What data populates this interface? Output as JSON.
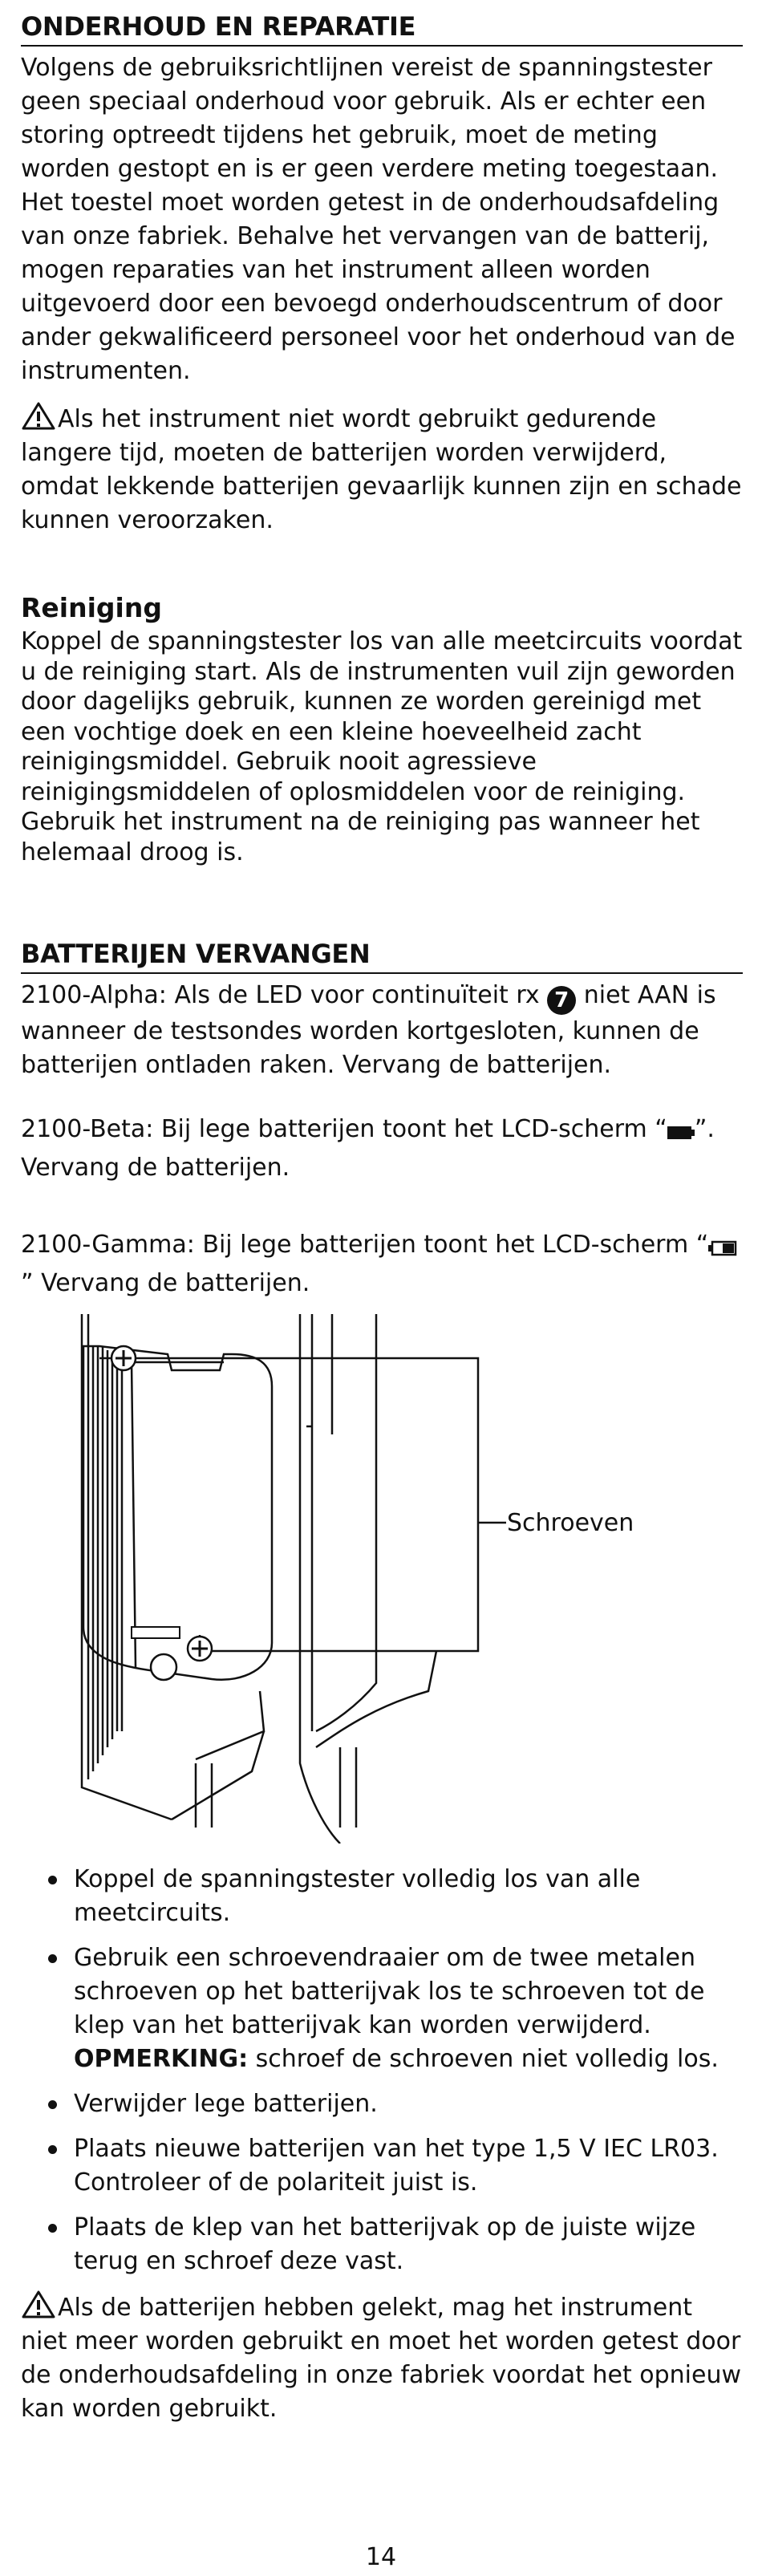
{
  "section1": {
    "title": "ONDERHOUD EN REPARATIE",
    "body": "Volgens de gebruiksrichtlijnen vereist de spanningstester geen speciaal onderhoud voor gebruik. Als er echter een storing optreedt tijdens het gebruik, moet de meting worden gestopt en is er geen verdere meting toegestaan. Het toestel moet worden getest in de onderhoudsafdeling van onze fabriek. Behalve het vervangen van de batterij, mogen reparaties van het instrument alleen worden uitgevoerd door een bevoegd onderhoudscentrum of door ander gekwalificeerd personeel voor het onderhoud van de instrumenten.",
    "warning": "Als het instrument niet wordt gebruikt gedurende langere tijd, moeten de batterijen worden verwijderd, omdat lekkende batterijen gevaarlijk kunnen zijn en schade kunnen veroorzaken."
  },
  "cleaning": {
    "title": "Reiniging",
    "body": "Koppel de spanningstester los van alle meetcircuits voordat u de reiniging start. Als de instrumenten vuil zijn geworden door dagelijks gebruik, kunnen ze worden gereinigd met een vochtige doek en een kleine hoeveelheid zacht reinigingsmiddel. Gebruik nooit agressieve reinigingsmiddelen of oplosmiddelen voor de reiniging. Gebruik het instrument na de reiniging pas wanneer het helemaal droog is."
  },
  "section2": {
    "title": "BATTERIJEN VERVANGEN",
    "alpha_pre": "2100-Alpha: Als de LED voor continuïteit rx",
    "alpha_badge": "7",
    "alpha_post": "niet AAN is wanneer de testsondes worden kortgesloten, kunnen de batterijen ontladen raken. Vervang de batterijen.",
    "beta_pre": "2100-Beta: Bij lege batterijen toont het LCD-scherm “",
    "beta_post": "”. Vervang de batterijen.",
    "gamma_pre": "2100-Gamma: Bij lege batterijen toont het LCD-scherm “",
    "gamma_post": "” Vervang de batterijen."
  },
  "figure": {
    "callout_label": "Schroeven"
  },
  "steps": [
    {
      "text": "Koppel de spanningstester volledig los van alle meetcircuits."
    },
    {
      "text": "Gebruik een schroevendraaier om de twee metalen schroeven op het batterijvak los te schroeven tot de klep van het batterijvak kan worden verwijderd.",
      "note_label": "OPMERKING:",
      "note_text": " schroef de schroeven niet volledig los."
    },
    {
      "text": "Verwijder lege batterijen."
    },
    {
      "text": "Plaats nieuwe batterijen van het type 1,5 V IEC LR03. Controleer of de polariteit juist is."
    },
    {
      "text": "Plaats de klep van het batterijvak op de juiste wijze terug en schroef deze vast."
    }
  ],
  "final_warning": "Als de batterijen hebben gelekt, mag het instrument niet meer worden gebruikt en moet het worden getest door de onderhoudsafdeling in onze fabriek voordat het opnieuw kan worden gebruikt.",
  "page_number": "14",
  "icons": {
    "warning": "warning-triangle-icon",
    "battery_full": "battery-full-icon",
    "battery_low": "battery-low-icon"
  }
}
